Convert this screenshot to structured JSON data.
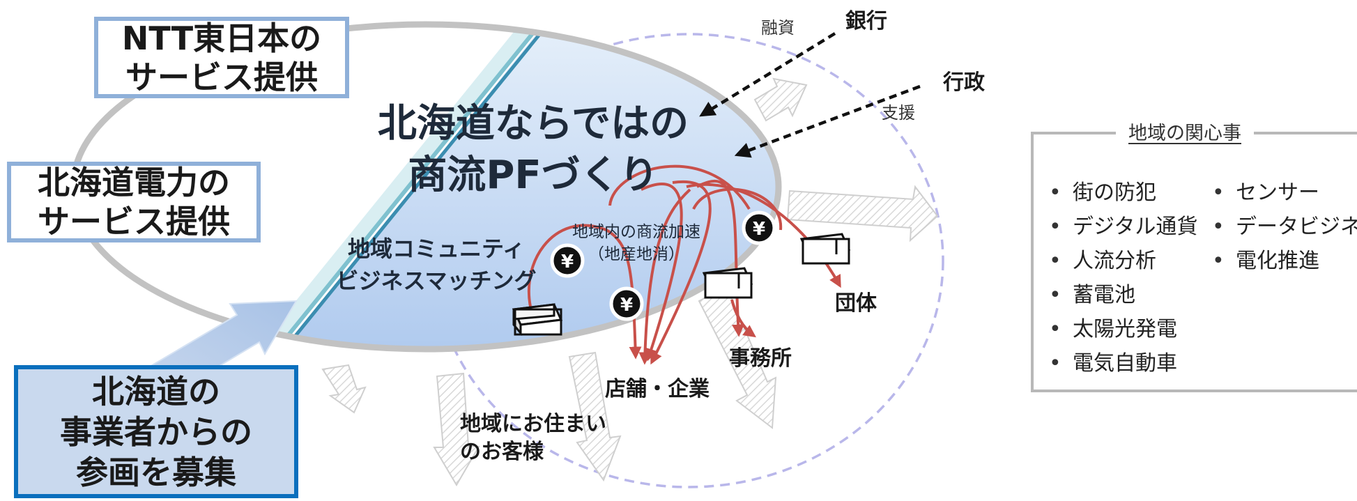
{
  "boxes": {
    "ntt": [
      "NTT東日本の",
      "サービス提供"
    ],
    "hepco": [
      "北海道電力の",
      "サービス提供"
    ],
    "recruit": [
      "北海道の",
      "事業者からの",
      "参画を募集"
    ]
  },
  "center": {
    "title_line1": "北海道ならではの",
    "title_line2": "商流PFづくり",
    "matching_line1": "地域コミュニティ",
    "matching_line2": "ビジネスマッチング",
    "accel_line1": "地域内の商流加速",
    "accel_line2": "（地産地消）"
  },
  "external": {
    "bank": "銀行",
    "loan": "融資",
    "government": "行政",
    "support": "支援"
  },
  "destinations": {
    "residents_line1": "地域にお住まい",
    "residents_line2": "のお客様",
    "stores": "店舗・企業",
    "office": "事務所",
    "groups": "団体"
  },
  "yen_symbol": "¥",
  "interests": {
    "title": "地域の関心事",
    "col1": [
      "街の防犯",
      "デジタル通貨",
      "人流分析",
      "蓄電池",
      "太陽光発電",
      "電気自動車"
    ],
    "col2": [
      "センサー",
      "データビジネス",
      "電化推進"
    ]
  },
  "colors": {
    "flow_red": "#c8504a",
    "box_border": "#8fb0d9",
    "recruit_border": "#0a6fbd",
    "ellipse_gray": "#c2c2c2",
    "dash_lavender": "#b9b7ea"
  }
}
